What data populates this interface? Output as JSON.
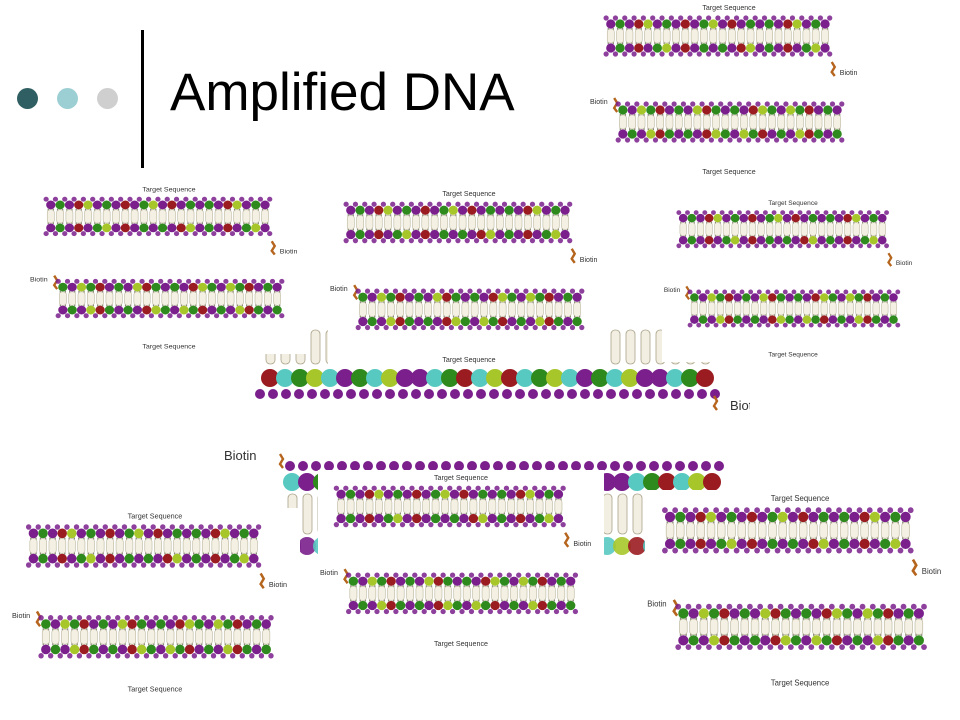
{
  "slide": {
    "title": "Amplified DNA",
    "bullets": [
      {
        "name": "bullet-dot-1",
        "color": "#2f5f62"
      },
      {
        "name": "bullet-dot-2",
        "color": "#9ccfd3"
      },
      {
        "name": "bullet-dot-3",
        "color": "#cfcfcf"
      }
    ]
  },
  "diagram": {
    "target_label": "Target Sequence",
    "biotin_label": "Biotin",
    "big_biotin_label": "Biotin",
    "bead_colors": {
      "purple": "#7a1f8c",
      "green": "#2e8a1c",
      "lime": "#a7c62a",
      "red": "#9a1c20",
      "teal": "#58c9c1"
    }
  }
}
